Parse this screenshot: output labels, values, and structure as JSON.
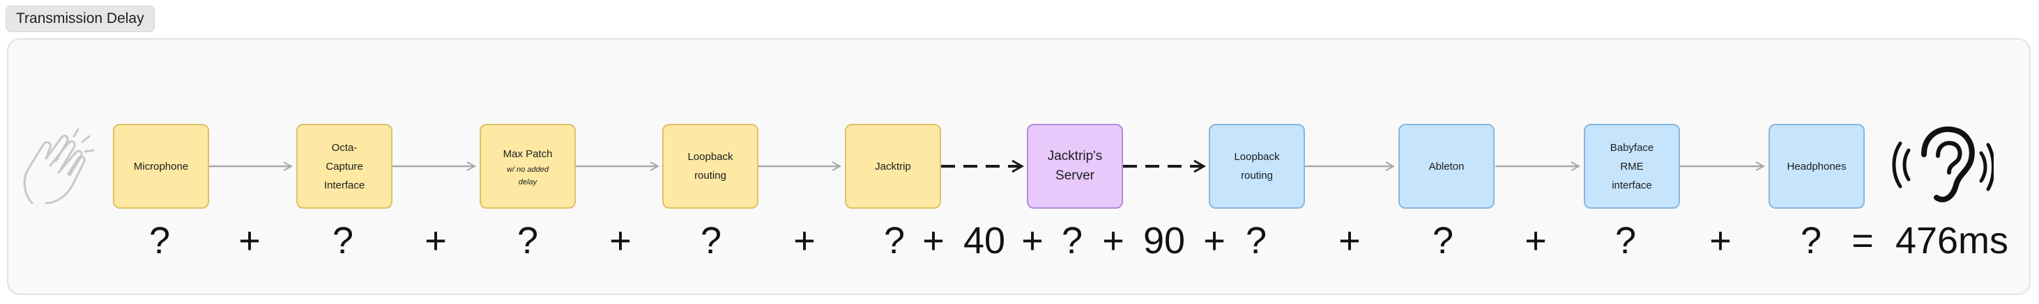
{
  "title": "Transmission Delay",
  "nodes": [
    {
      "label": "Microphone",
      "color": "#fde9a4"
    },
    {
      "label": "Octa-\nCapture\nInterface",
      "color": "#fde9a4"
    },
    {
      "label": "Max Patch",
      "sublabel": "w/ no added\ndelay",
      "color": "#fde9a4"
    },
    {
      "label": "Loopback\nrouting",
      "color": "#fde9a4"
    },
    {
      "label": "Jacktrip",
      "color": "#fde9a4"
    },
    {
      "label": "Jacktrip's\nServer",
      "color": "#e7c9fb"
    },
    {
      "label": "Loopback\nrouting",
      "color": "#c6e4fc"
    },
    {
      "label": "Ableton",
      "color": "#c6e4fc"
    },
    {
      "label": "Babyface\nRME\ninterface",
      "color": "#c6e4fc"
    },
    {
      "label": "Headphones",
      "color": "#c6e4fc"
    }
  ],
  "equation": [
    "?",
    "+",
    "?",
    "+",
    "?",
    "+",
    "?",
    "+",
    "?",
    "+",
    "40",
    "+",
    "?",
    "+",
    "90",
    "+",
    "?",
    "+",
    "?",
    "+",
    "?",
    "+",
    "?",
    "=",
    "476ms"
  ],
  "icons": {
    "left": "clapping-hands-icon",
    "right": "listening-ear-icon"
  }
}
